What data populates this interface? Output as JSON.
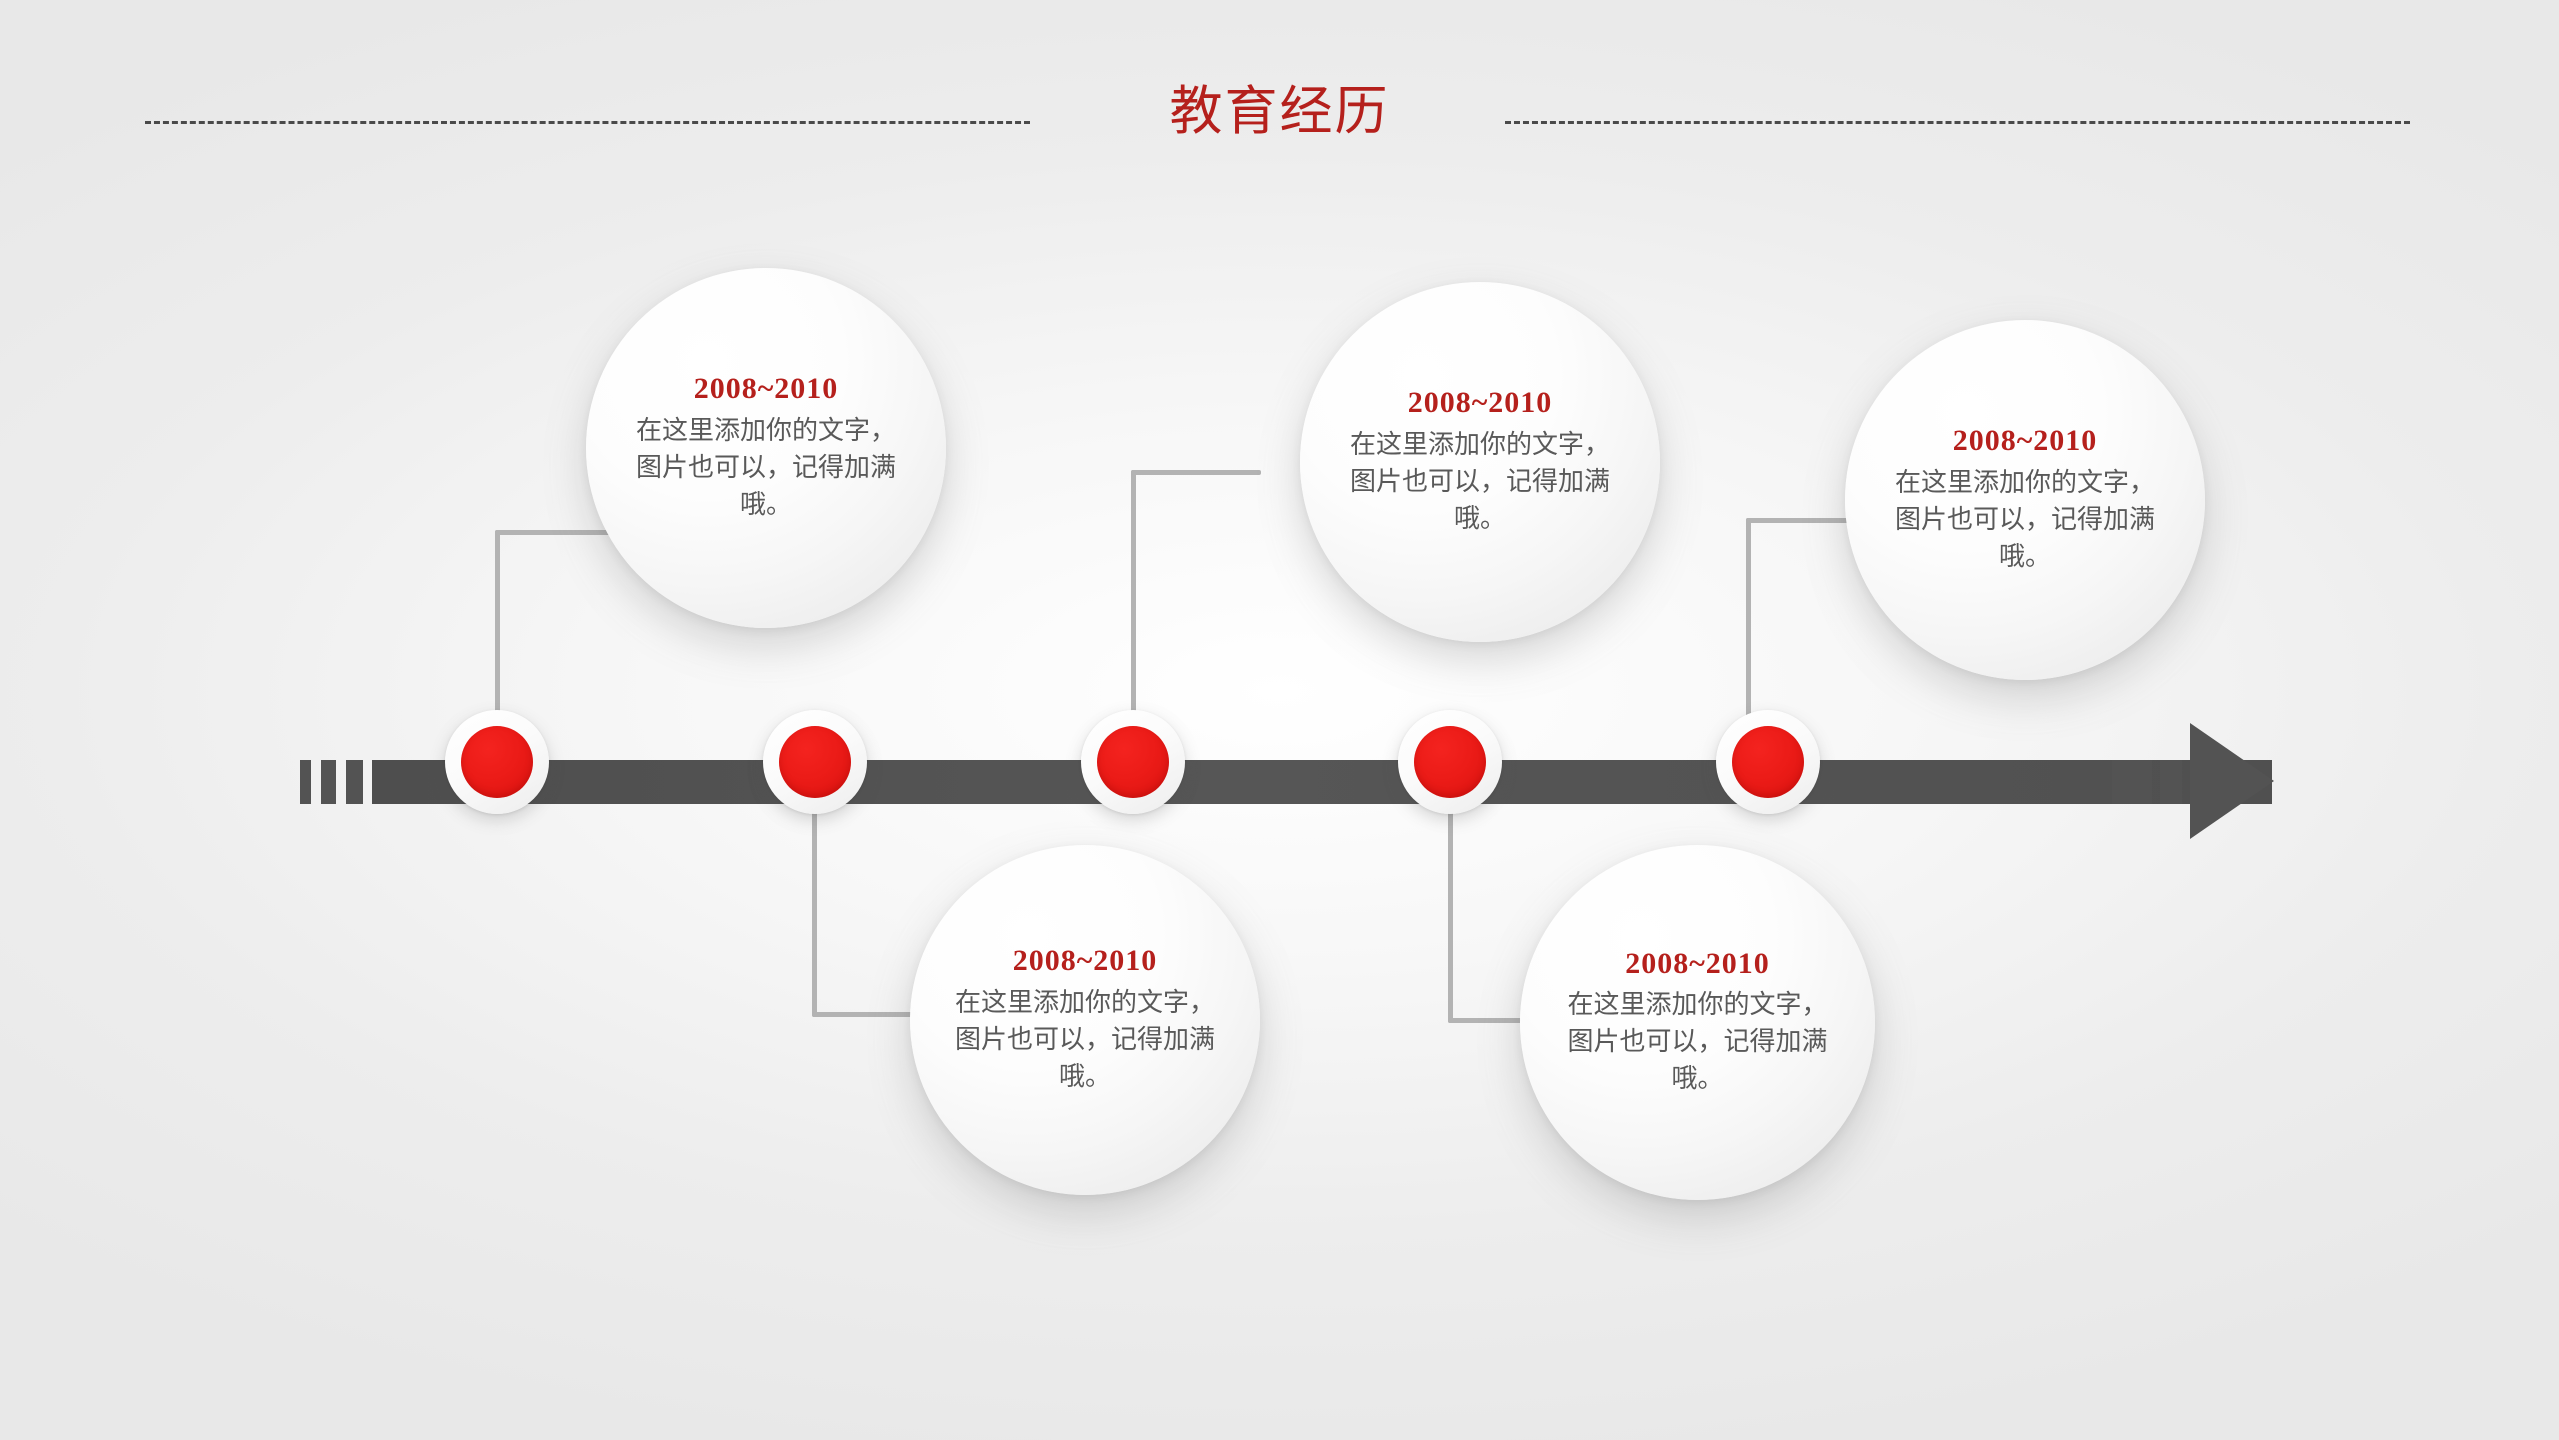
{
  "slide": {
    "title": "教育经历",
    "title_color": "#b5201c",
    "background_color": "#f1f1f1"
  },
  "decor": {
    "rule_left_name": "dashed-rule-left",
    "rule_right_name": "dashed-rule-right",
    "rule_color": "#4a4a4a"
  },
  "timeline": {
    "axis_color": "#535353",
    "node_color": "#eb1b17",
    "connector_color": "#b3b3b3",
    "node_count": 5
  },
  "items": [
    {
      "year": "2008~2010",
      "body": "在这里添加你的文字，\n图片也可以，记得加满\n哦。",
      "position": "above"
    },
    {
      "year": "2008~2010",
      "body": "在这里添加你的文字，\n图片也可以，记得加满\n哦。",
      "position": "below"
    },
    {
      "year": "2008~2010",
      "body": "在这里添加你的文字，\n图片也可以，记得加满\n哦。",
      "position": "above"
    },
    {
      "year": "2008~2010",
      "body": "在这里添加你的文字，\n图片也可以，记得加满\n哦。",
      "position": "below"
    },
    {
      "year": "2008~2010",
      "body": "在这里添加你的文字，\n图片也可以，记得加满\n哦。",
      "position": "above"
    }
  ]
}
